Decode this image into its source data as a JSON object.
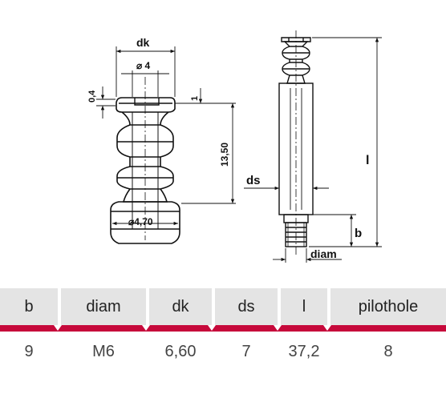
{
  "drawing": {
    "labels": {
      "dk_left": "dk",
      "bore": "⌀ 4",
      "offset": "0,4",
      "one": "1",
      "height": "13,50",
      "base_diam": "⌀4,70",
      "l": "l",
      "ds": "ds",
      "b": "b",
      "diam": "diam"
    }
  },
  "table": {
    "headers": [
      "b",
      "diam",
      "dk",
      "ds",
      "l",
      "pilothole"
    ],
    "values": [
      "9",
      "M6",
      "6,60",
      "7",
      "37,2",
      "8"
    ]
  },
  "colors": {
    "accent": "#c6093b",
    "header_bg": "#e4e4e4"
  }
}
